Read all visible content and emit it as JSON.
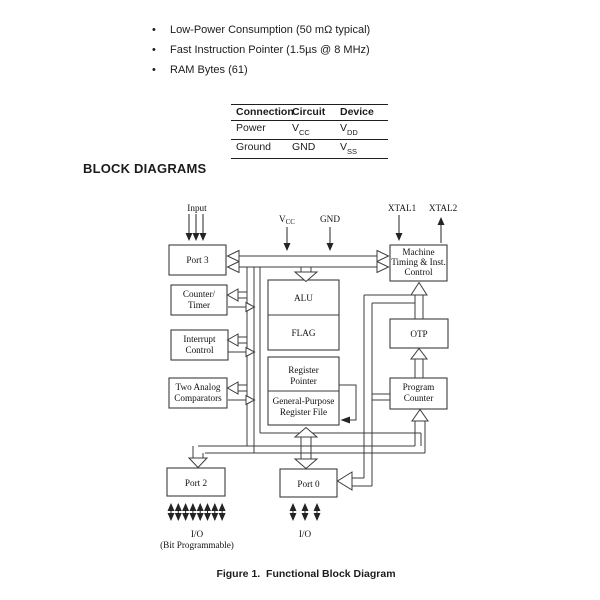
{
  "page": {
    "bullets": [
      "Low-Power Consumption (50 mΩ typical)",
      "Fast Instruction Pointer (1.5µs @ 8 MHz)",
      "RAM Bytes (61)"
    ],
    "bullet_char": "•",
    "table": {
      "headers": [
        "Connection",
        "Circuit",
        "Device"
      ],
      "rows": [
        {
          "connection": "Power",
          "circuit_base": "V",
          "circuit_sub": "CC",
          "device_base": "V",
          "device_sub": "DD"
        },
        {
          "connection": "Ground",
          "circuit_base": "GND",
          "circuit_sub": "",
          "device_base": "V",
          "device_sub": "SS"
        }
      ]
    },
    "section_heading": "BLOCK DIAGRAMS",
    "caption": "Figure 1.  Functional Block Diagram"
  },
  "diagram": {
    "pins": {
      "input": "Input",
      "vcc_base": "V",
      "vcc_sub": "CC",
      "gnd": "GND",
      "xtal1": "XTAL1",
      "xtal2": "XTAL2"
    },
    "blocks": {
      "port3": "Port 3",
      "counter_timer": [
        "Counter/",
        "Timer"
      ],
      "interrupt": [
        "Interrupt",
        "Control"
      ],
      "analog": [
        "Two Analog",
        "Comparators"
      ],
      "alu": "ALU",
      "flag": "FLAG",
      "register_pointer": [
        "Register",
        "Pointer"
      ],
      "gp_register_file": [
        "General-Purpose",
        "Register File"
      ],
      "machine_timing": [
        "Machine",
        "Timing & Inst.",
        "Control"
      ],
      "otp": "OTP",
      "program_counter": [
        "Program",
        "Counter"
      ],
      "port2": "Port 2",
      "port0": "Port 0"
    },
    "io": {
      "port2_label": "I/O",
      "port2_note": "(Bit Programmable)",
      "port0_label": "I/O"
    },
    "colors": {
      "wire": "#3c3c3c",
      "text": "#111111"
    }
  }
}
